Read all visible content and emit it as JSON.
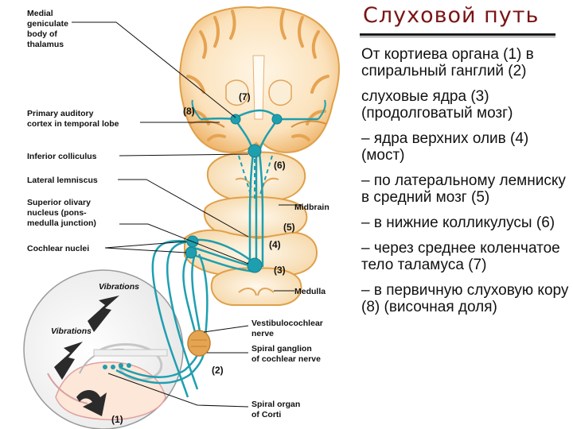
{
  "slide": {
    "title": "Слуховой путь",
    "steps": [
      "От кортиева органа (1) в спиральный  ганглий (2)",
      "слуховые ядра (3) (продолговатый мозг)",
      "– ядра верхних олив (4) (мост)",
      "– по латеральному лемниску в средний мозг (5)",
      "– в нижние колликулусы (6)",
      "– через среднее коленчатое тело таламуса (7)",
      "– в первичную слуховую кору (8) (височная доля)"
    ]
  },
  "diagram": {
    "labels": {
      "mgb": [
        "Medial",
        "geniculate",
        "body of",
        "thalamus"
      ],
      "cortex": [
        "Primary auditory",
        "cortex in temporal lobe"
      ],
      "colliculus": "Inferior colliculus",
      "lemniscus": "Lateral lemniscus",
      "olivary": [
        "Superior olivary",
        "nucleus (pons-",
        "medulla junction)"
      ],
      "cochlear_nuclei": "Cochlear nuclei",
      "midbrain": "Midbrain",
      "medulla": "Medulla",
      "vestibulocochlear": [
        "Vestibulocochlear",
        "nerve"
      ],
      "spiral_ganglion": [
        "Spiral ganglion",
        "of cochlear nerve"
      ],
      "spiral_organ": [
        "Spiral organ",
        "of Corti"
      ],
      "vibrations": "Vibrations"
    },
    "markers": {
      "m1": "(1)",
      "m2": "(2)",
      "m3": "(3)",
      "m4": "(4)",
      "m5": "(5)",
      "m6": "(6)",
      "m7": "(7)",
      "m8": "(8)"
    },
    "colors": {
      "tissue": "#f6dcae",
      "tissue_edge": "#e0a04a",
      "pathway": "#1e9fb0",
      "title": "#7a1414"
    }
  }
}
